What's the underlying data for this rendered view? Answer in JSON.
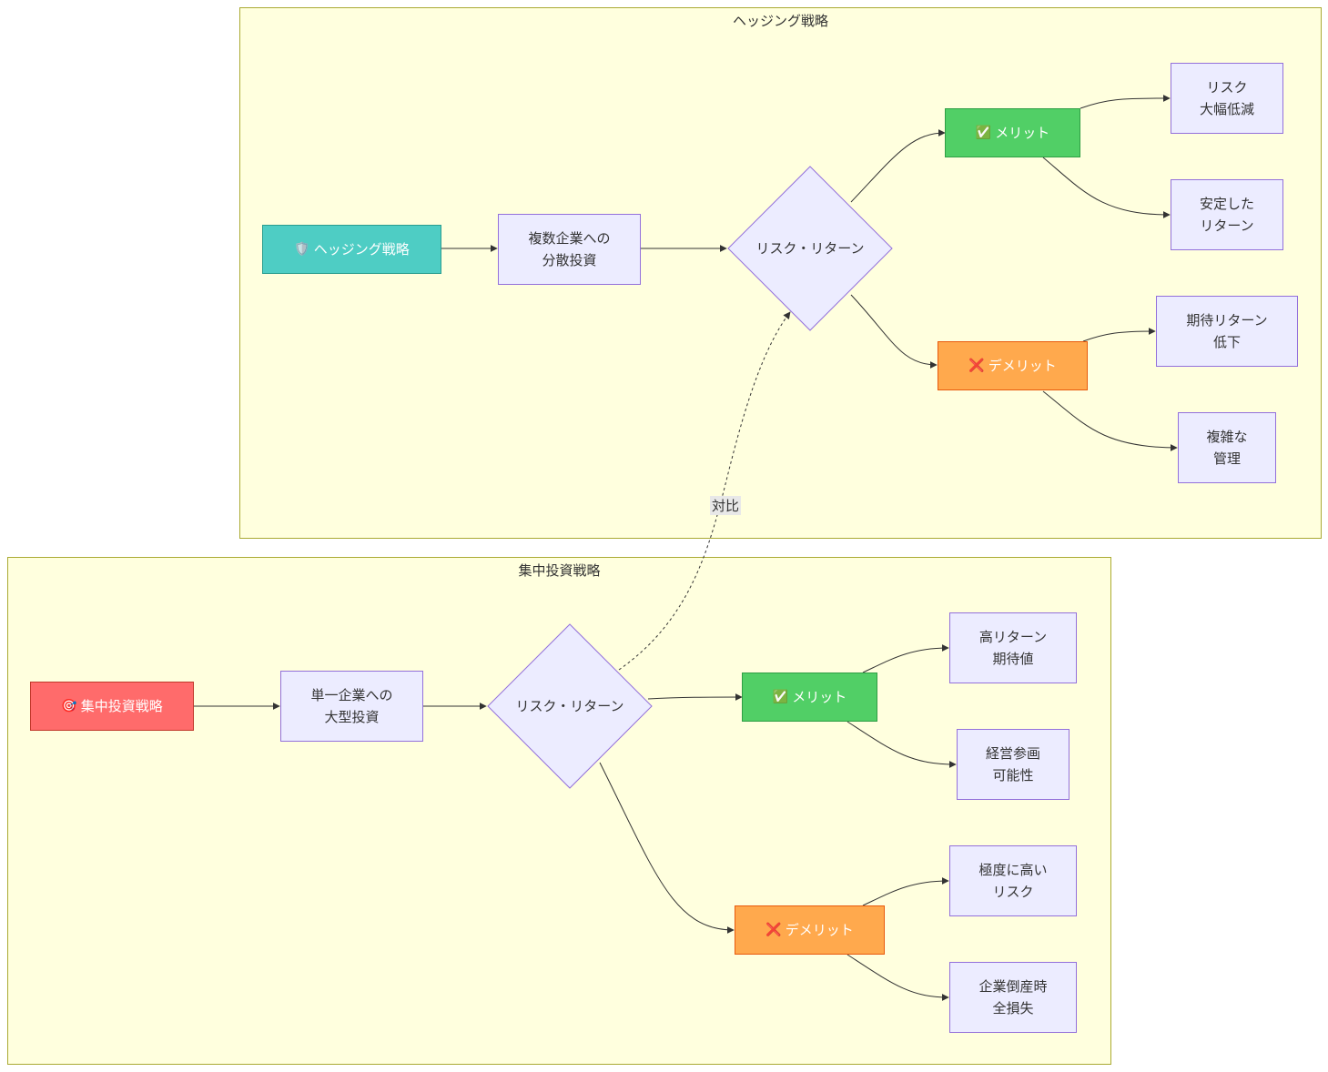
{
  "clusters": {
    "hedge": {
      "title": "ヘッジング戦略"
    },
    "concentrated": {
      "title": "集中投資戦略"
    }
  },
  "hedge": {
    "start": {
      "icon": "shield-icon",
      "glyph": "🛡️",
      "label": "ヘッジング戦略"
    },
    "step": "複数企業への\n分散投資",
    "decision": "リスク・リターン",
    "merit": {
      "icon": "check-icon",
      "glyph": "✅",
      "label": "メリット"
    },
    "demerit": {
      "icon": "cross-icon",
      "glyph": "❌",
      "label": "デメリット"
    },
    "merit_items": [
      "リスク\n大幅低減",
      "安定した\nリターン"
    ],
    "demerit_items": [
      "期待リターン\n低下",
      "複雑な\n管理"
    ]
  },
  "concentrated": {
    "start": {
      "icon": "target-icon",
      "glyph": "🎯",
      "label": "集中投資戦略"
    },
    "step": "単一企業への\n大型投資",
    "decision": "リスク・リターン",
    "merit": {
      "icon": "check-icon",
      "glyph": "✅",
      "label": "メリット"
    },
    "demerit": {
      "icon": "cross-icon",
      "glyph": "❌",
      "label": "デメリット"
    },
    "merit_items": [
      "高リターン\n期待値",
      "経営参画\n可能性"
    ],
    "demerit_items": [
      "極度に高い\nリスク",
      "企業倒産時\n全損失"
    ]
  },
  "comparison_label": "対比",
  "colors": {
    "cluster_fill": "#ffffde",
    "cluster_border": "#aaaa33",
    "node_fill": "#ececff",
    "node_border": "#9370db",
    "hedge_start": "#4ecdc4",
    "concentrated_start": "#ff6b6b",
    "merit": "#51cf66",
    "demerit": "#ffa94d"
  }
}
